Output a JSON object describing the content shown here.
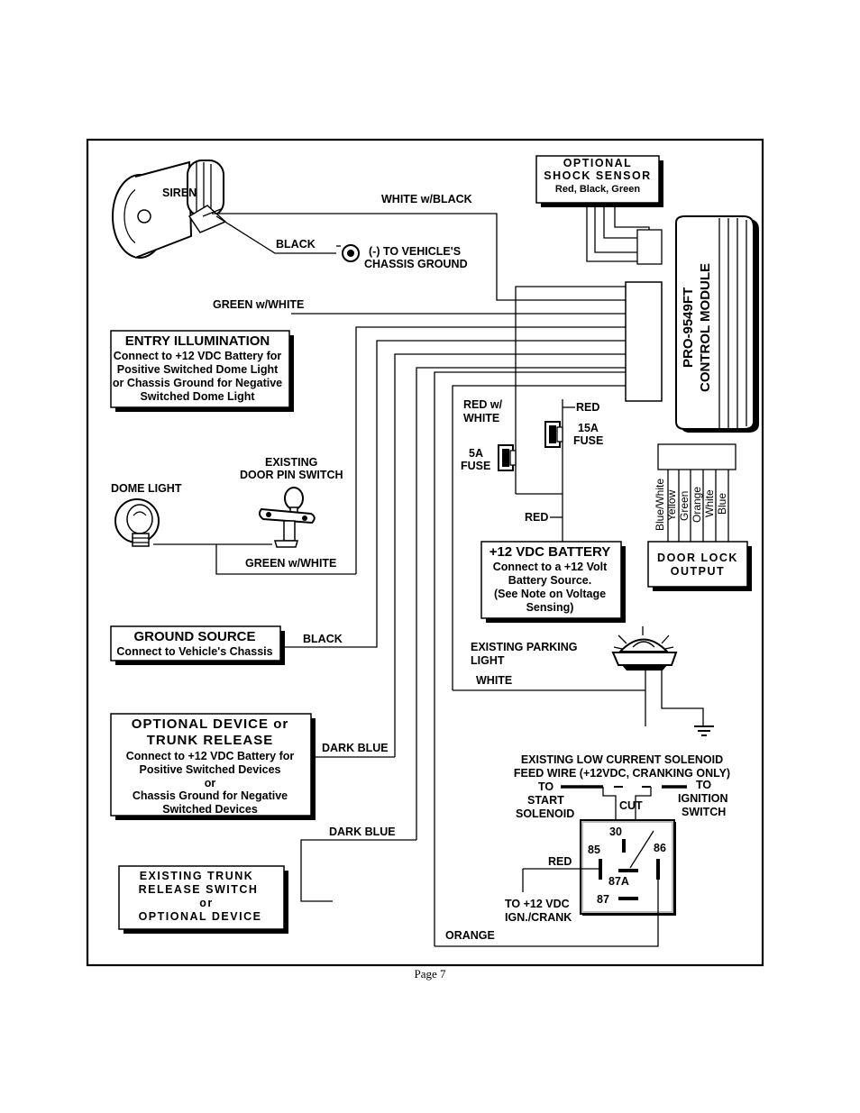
{
  "page_number": "Page 7",
  "module": {
    "line1": "PRO-9549FT",
    "line2": "CONTROL MODULE"
  },
  "shock_sensor": {
    "title": "OPTIONAL",
    "subtitle": "SHOCK SENSOR",
    "colors": "Red,   Black,   Green"
  },
  "siren": {
    "label": "SIREN",
    "wire_white_black": "WHITE w/BLACK",
    "wire_black": "BLACK",
    "ground_note_1": "(-) TO VEHICLE'S",
    "ground_note_2": "CHASSIS GROUND"
  },
  "entry_illumination": {
    "wire": "GREEN w/WHITE",
    "title": "ENTRY ILLUMINATION",
    "lines": [
      "Connect to +12 VDC Battery for",
      "Positive Switched Dome Light",
      "or Chassis Ground for Negative",
      "Switched Dome Light"
    ]
  },
  "door_pin": {
    "line1": "EXISTING",
    "line2": "DOOR PIN SWITCH",
    "dome_light": "DOME LIGHT",
    "wire": "GREEN w/WHITE"
  },
  "fuses": {
    "red_w_white_1": "RED w/",
    "red_w_white_2": "WHITE",
    "red_top": "RED",
    "fuse15_1": "15A",
    "fuse15_2": "FUSE",
    "fuse5_1": "5A",
    "fuse5_2": "FUSE",
    "red_mid": "RED"
  },
  "battery": {
    "title": "+12 VDC BATTERY",
    "lines": [
      "Connect to a +12 Volt",
      "Battery Source.",
      "(See Note on Voltage",
      "Sensing)"
    ]
  },
  "door_lock": {
    "wires": [
      "Blue/White",
      "Yellow",
      "Green",
      "Orange",
      "White",
      "Blue"
    ],
    "line1": "DOOR  LOCK",
    "line2": "OUTPUT"
  },
  "ground_source": {
    "title": "GROUND SOURCE",
    "line": "Connect to Vehicle's Chassis",
    "wire": "BLACK"
  },
  "parking_light": {
    "line1": "EXISTING PARKING",
    "line2": "LIGHT",
    "wire": "WHITE"
  },
  "optional_device": {
    "title1": "OPTIONAL  DEVICE  or",
    "title2": "TRUNK  RELEASE",
    "lines": [
      "Connect  to  +12  VDC  Battery  for",
      "Positive  Switched  Devices",
      "or",
      "Chassis  Ground  for  Negative",
      "Switched  Devices"
    ],
    "wire": "DARK BLUE"
  },
  "trunk_switch": {
    "lines": [
      "EXISTING   TRUNK",
      "RELEASE  SWITCH",
      "or",
      "OPTIONAL  DEVICE"
    ],
    "wire": "DARK BLUE"
  },
  "solenoid": {
    "line1": "EXISTING LOW CURRENT SOLENOID",
    "line2": "FEED WIRE (+12VDC, CRANKING ONLY)",
    "to_start_1": "TO",
    "to_start_2": "START",
    "to_start_3": "SOLENOID",
    "cut": "CUT",
    "to_ign_1": "TO",
    "to_ign_2": "IGNITION",
    "to_ign_3": "SWITCH"
  },
  "relay": {
    "pin30": "30",
    "pin85": "85",
    "pin86": "86",
    "pin87a": "87A",
    "pin87": "87",
    "red": "RED",
    "ign_1": "TO +12 VDC",
    "ign_2": "IGN./CRANK",
    "orange": "ORANGE"
  }
}
